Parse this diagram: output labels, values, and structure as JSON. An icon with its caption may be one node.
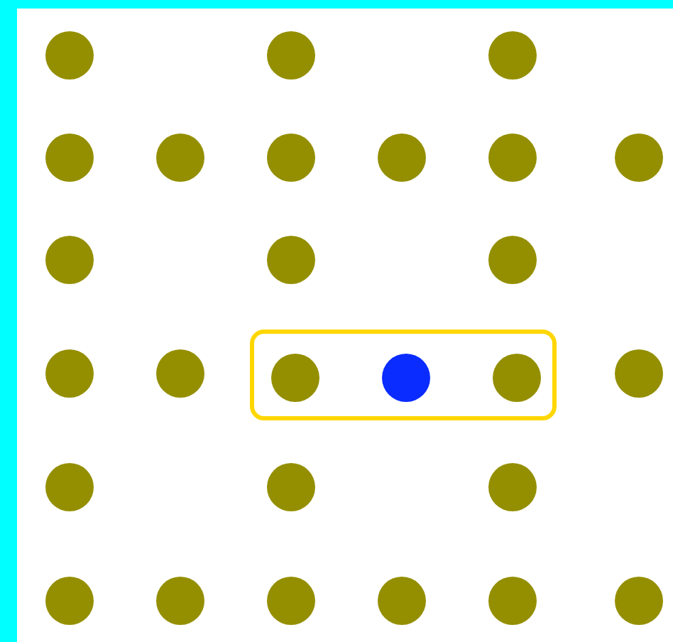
{
  "diagram": {
    "nodes": [
      {
        "text": [],
        "shape": "circle"
      },
      {
        "text": [],
        "shape": "circle"
      },
      {
        "text": [],
        "shape": "circle"
      },
      {
        "text": [],
        "shape": "circle"
      },
      {
        "text": [],
        "shape": "circle"
      },
      {
        "text": [],
        "shape": "circle"
      },
      {
        "text": [],
        "shape": "circle"
      },
      {
        "text": [],
        "shape": "circle"
      },
      {
        "text": [],
        "shape": "circle"
      },
      {
        "text": [],
        "shape": "circle"
      },
      {
        "text": [],
        "shape": "circle"
      },
      {
        "text": [],
        "shape": "circle"
      },
      {
        "text": [],
        "shape": "circle"
      },
      {
        "text": [],
        "shape": "circle"
      },
      {
        "text": [],
        "shape": "box"
      },
      {
        "text": [],
        "shape": "circle",
        "in": 14
      },
      {
        "text": [],
        "shape": "circle",
        "in": 14
      },
      {
        "text": [],
        "shape": "circle",
        "in": 14
      },
      {
        "text": [],
        "shape": "circle"
      },
      {
        "text": [],
        "shape": "circle"
      },
      {
        "text": [],
        "shape": "circle"
      },
      {
        "text": [],
        "shape": "circle"
      },
      {
        "text": [],
        "shape": "circle"
      },
      {
        "text": [],
        "shape": "circle"
      },
      {
        "text": [],
        "shape": "circle"
      },
      {
        "text": [],
        "shape": "circle"
      },
      {
        "text": [],
        "shape": "circle"
      },
      {
        "text": [],
        "shape": "circle"
      }
    ]
  }
}
